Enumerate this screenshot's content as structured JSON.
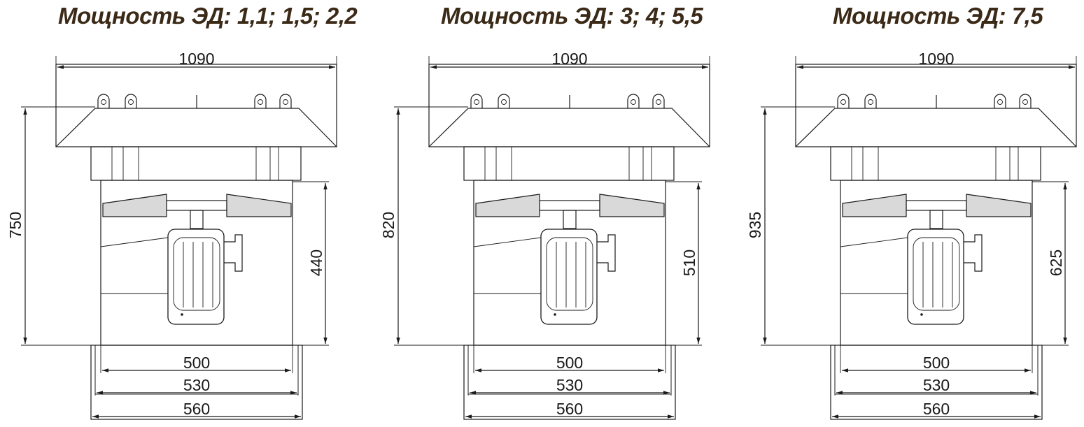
{
  "colors": {
    "title": "#3b2a17",
    "line": "#1a1a1a",
    "blade_fill": "#d9d9d9"
  },
  "views": [
    {
      "title": "Мощность ЭД: 1,1; 1,5; 2,2",
      "width_top": "1090",
      "height_total": "750",
      "height_inner": "440",
      "widths_bottom": [
        "500",
        "530",
        "560"
      ]
    },
    {
      "title": "Мощность ЭД: 3; 4; 5,5",
      "width_top": "1090",
      "height_total": "820",
      "height_inner": "510",
      "widths_bottom": [
        "500",
        "530",
        "560"
      ]
    },
    {
      "title": "Мощность ЭД: 7,5",
      "width_top": "1090",
      "height_total": "935",
      "height_inner": "625",
      "widths_bottom": [
        "500",
        "530",
        "560"
      ]
    }
  ]
}
